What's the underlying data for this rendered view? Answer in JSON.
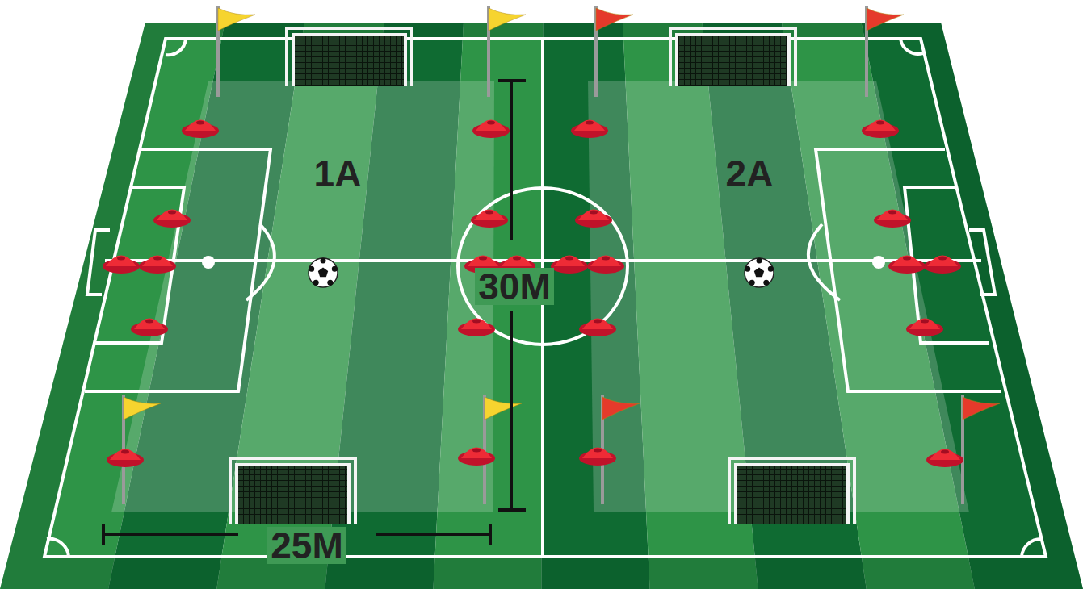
{
  "diagram": {
    "nodes": [
      {
        "text": [
          "1A"
        ]
      },
      {
        "text": [
          "2A"
        ]
      }
    ],
    "labels": [
      "30M",
      "25M"
    ]
  }
}
